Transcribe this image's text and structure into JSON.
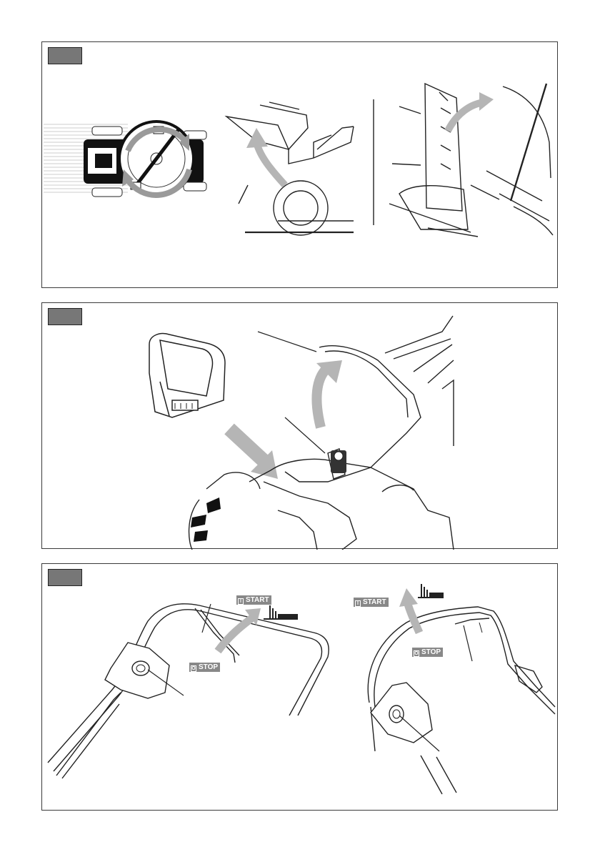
{
  "switch_labels": {
    "start": "START",
    "stop": "STOP",
    "start_symbol": "I",
    "stop_symbol": "O"
  },
  "icons": [
    "cutting-direction-icon",
    "battery-pack-icon",
    "safety-key-icon",
    "grass-height-icon"
  ],
  "colors": {
    "outline": "#222222",
    "arrow": "#b5b5b5",
    "tag": "#777777",
    "label": "#888888"
  }
}
